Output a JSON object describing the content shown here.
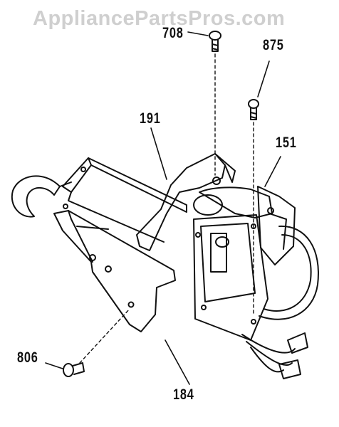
{
  "watermark": "AppliancePartsPros.com",
  "callouts": {
    "p708": "708",
    "p875": "875",
    "p191": "191",
    "p151": "151",
    "p806": "806",
    "p184": "184"
  },
  "colors": {
    "ink": "#111111",
    "watermark": "#cfcfcf",
    "background": "#ffffff"
  }
}
